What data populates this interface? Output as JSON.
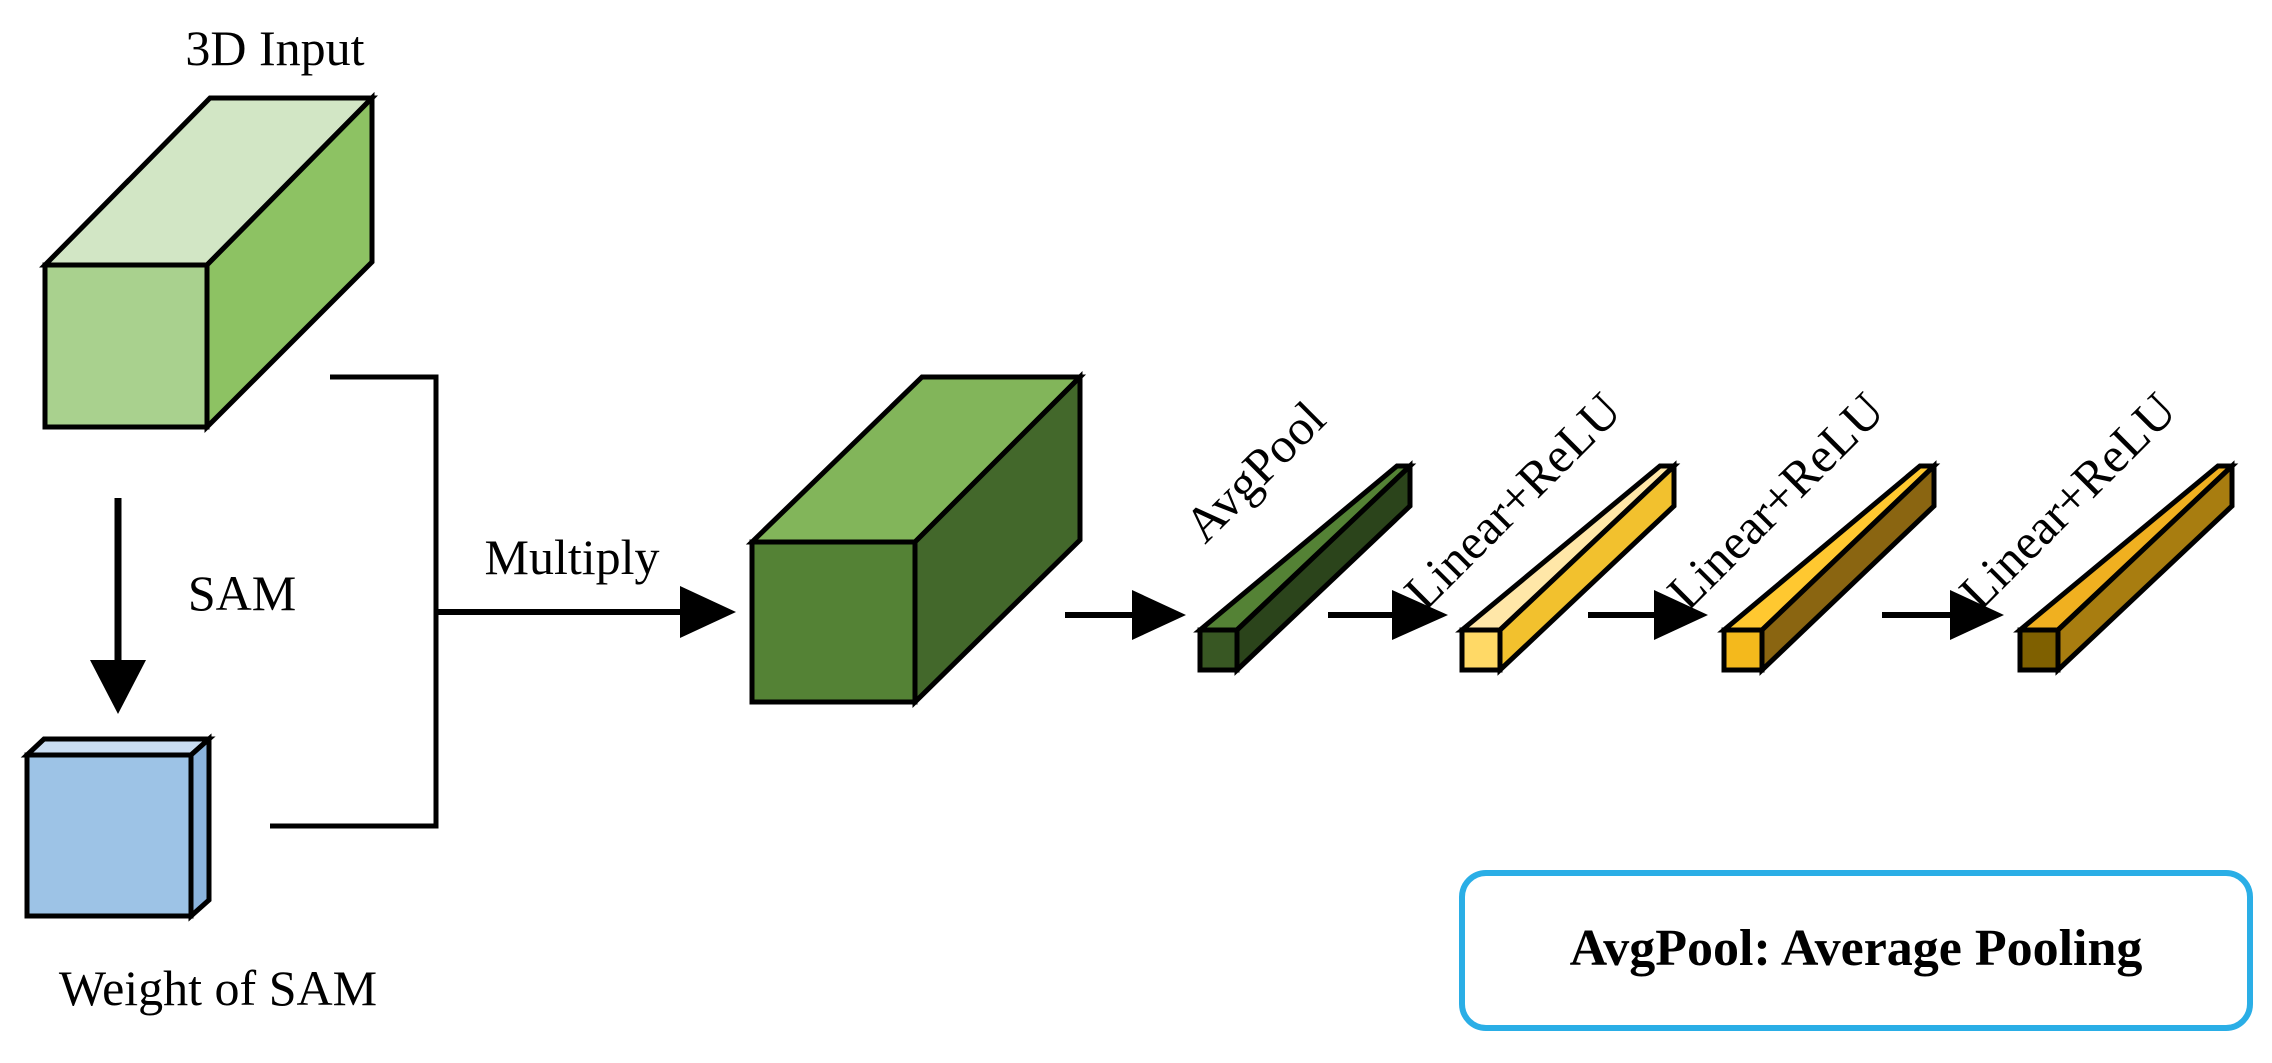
{
  "labels": {
    "input": "3D Input",
    "sam": "SAM",
    "weight": "Weight of SAM",
    "multiply": "Multiply",
    "avgpool": "AvgPool",
    "linear1": "Linear+ReLU",
    "linear2": "Linear+ReLU",
    "linear3": "Linear+ReLU"
  },
  "legend": {
    "text": "AvgPool: Average Pooling"
  },
  "colors": {
    "input_front": "#a9d18e",
    "input_top": "#d2e6c5",
    "input_side": "#8dc263",
    "weight_front": "#9dc3e6",
    "weight_top": "#c9ddf2",
    "weight_side": "#8bb4dd",
    "multiplied_front": "#548235",
    "multiplied_top": "#82b55a",
    "multiplied_side": "#43682b",
    "avgpool_front": "#385723",
    "avgpool_top": "#548235",
    "avgpool_side": "#2b441b",
    "linear1_front": "#ffd966",
    "linear1_top": "#ffe7a8",
    "linear1_side": "#f2c12e",
    "linear2_front": "#f4b91c",
    "linear2_top": "#ffc830",
    "linear2_side": "#8a6511",
    "linear3_front": "#7f6000",
    "linear3_top": "#f0b020",
    "linear3_side": "#a87d10",
    "legend_border": "#2aaee6",
    "stroke": "#000000"
  }
}
